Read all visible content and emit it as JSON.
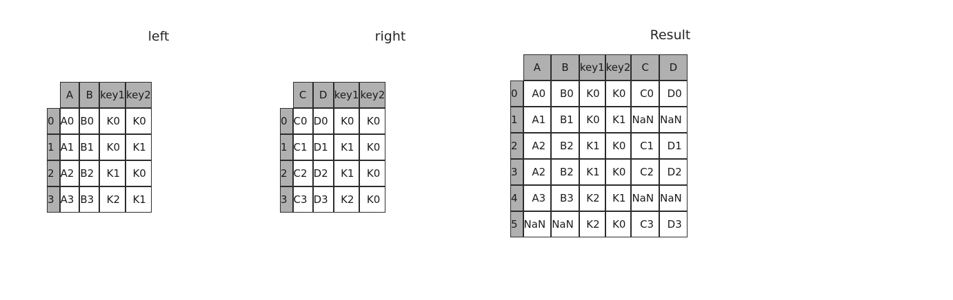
{
  "background_color": "#ffffff",
  "header_fill_color": "#b0b0b0",
  "cell_fill_color": "#ffffff",
  "border_color": "#2b2b2b",
  "tables": {
    "left": {
      "title": "left",
      "index_name": "",
      "columns": [
        "A",
        "B",
        "key1",
        "key2"
      ],
      "index": [
        "0",
        "1",
        "2",
        "3"
      ],
      "rows": [
        [
          "A0",
          "B0",
          "K0",
          "K0"
        ],
        [
          "A1",
          "B1",
          "K0",
          "K1"
        ],
        [
          "A2",
          "B2",
          "K1",
          "K0"
        ],
        [
          "A3",
          "B3",
          "K2",
          "K1"
        ]
      ]
    },
    "right": {
      "title": "right",
      "index_name": "",
      "columns": [
        "C",
        "D",
        "key1",
        "key2"
      ],
      "index": [
        "0",
        "1",
        "2",
        "3"
      ],
      "rows": [
        [
          "C0",
          "D0",
          "K0",
          "K0"
        ],
        [
          "C1",
          "D1",
          "K1",
          "K0"
        ],
        [
          "C2",
          "D2",
          "K1",
          "K0"
        ],
        [
          "C3",
          "D3",
          "K2",
          "K0"
        ]
      ]
    },
    "result": {
      "title": "Result",
      "index_name": "",
      "columns": [
        "A",
        "B",
        "key1",
        "key2",
        "C",
        "D"
      ],
      "index": [
        "0",
        "1",
        "2",
        "3",
        "4",
        "5"
      ],
      "rows": [
        [
          "A0",
          "B0",
          "K0",
          "K0",
          "C0",
          "D0"
        ],
        [
          "A1",
          "B1",
          "K0",
          "K1",
          "NaN",
          "NaN"
        ],
        [
          "A2",
          "B2",
          "K1",
          "K0",
          "C1",
          "D1"
        ],
        [
          "A2",
          "B2",
          "K1",
          "K0",
          "C2",
          "D2"
        ],
        [
          "A3",
          "B3",
          "K2",
          "K1",
          "NaN",
          "NaN"
        ],
        [
          "NaN",
          "NaN",
          "K2",
          "K0",
          "C3",
          "D3"
        ]
      ]
    }
  }
}
